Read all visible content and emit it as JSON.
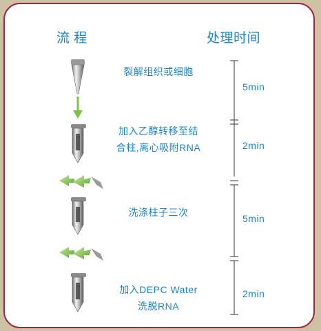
{
  "header": {
    "left": "流 程",
    "right": "处理时间"
  },
  "steps": [
    {
      "text": "裂解组织或细胞"
    },
    {
      "line1": "加入乙醇转移至结",
      "line2": "合柱,离心吸附RNA"
    },
    {
      "text": "洗涤柱子三次"
    },
    {
      "line1": "加入DEPC Water",
      "line2": "洗脱RNA"
    }
  ],
  "durations": [
    "5min",
    "2min",
    "5min",
    "2min"
  ],
  "colors": {
    "border": "#a0263e",
    "text": "#1a86c8",
    "arrow": "#7dc242",
    "timeline": "#333333"
  }
}
